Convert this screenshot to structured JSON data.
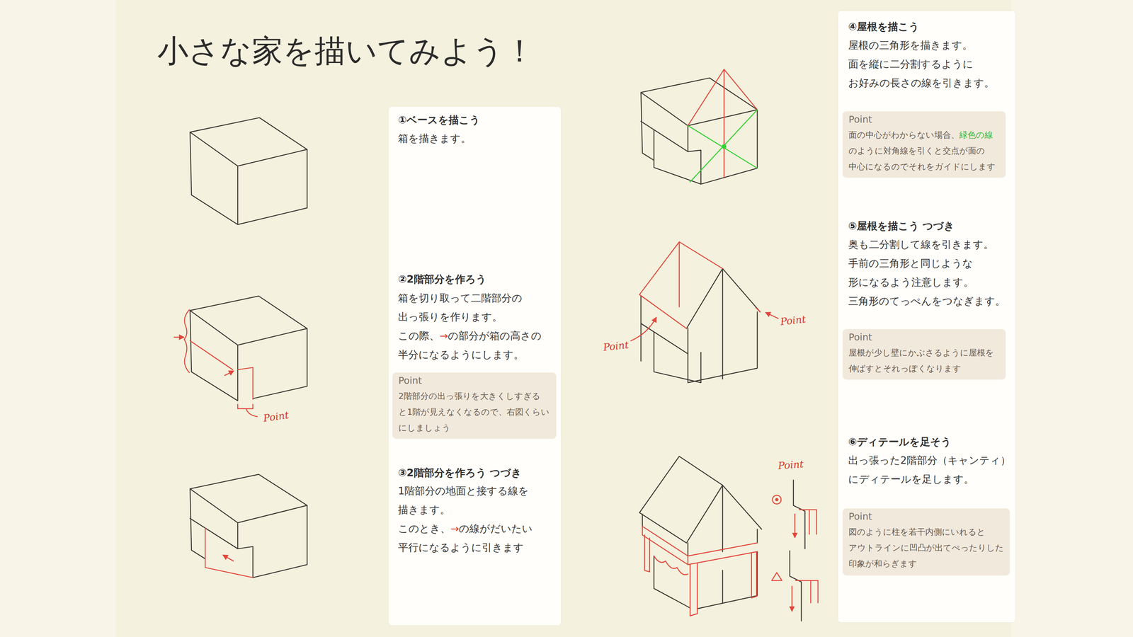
{
  "diagram": {
    "title": "小さな家を描いてみよう！",
    "nodes": [
      {
        "text": [
          "①ベースを描こう",
          "箱を描きます。",
          "②2階部分を作ろう",
          "箱を切り取って二階部分の 出っ張りを作ります。 この際、→の部分が箱の高さの 半分になるようにします。",
          "③2階部分を作ろう つづき",
          "1階部分の地面と接する線を 描きます。 このとき、→の線がだいたい 平行になるように引きます"
        ]
      },
      {
        "text": [
          "Point",
          "2階部分の出っ張りを大きくしすぎる と1階が見えなくなるので、右図くらい にしましょう"
        ],
        "in": 0
      },
      {
        "text": [
          "④屋根を描こう",
          "屋根の三角形を描きます。 面を縦に二分割するように お好みの長さの線を引きます。",
          "⑤屋根を描こう つづき",
          "奥も二分割して線を引きます。 手前の三角形と同じような 形になるよう注意します。 三角形のてっぺんをつなぎます。",
          "⑥ディテールを足そう",
          "出っ張った2階部分（キャンティ） にディテールを足します。"
        ]
      },
      {
        "text": [
          "Point",
          "面の中心がわからない場合、緑色の線 のように対角線を引くと交点が面の 中心になるのでそれをガイドにします"
        ],
        "in": 2
      },
      {
        "text": [
          "Point",
          "屋根が少し壁にかぶさるように屋根を 伸ばすとそれっぽくなります"
        ],
        "in": 2
      },
      {
        "text": [
          "Point",
          "図のように柱を若干内側にいれると アウトラインに凹凸が出てぺったりした 印象が和らぎます"
        ],
        "in": 2
      }
    ],
    "labels": [
      "Point",
      "Point",
      "Point",
      "Point"
    ]
  }
}
